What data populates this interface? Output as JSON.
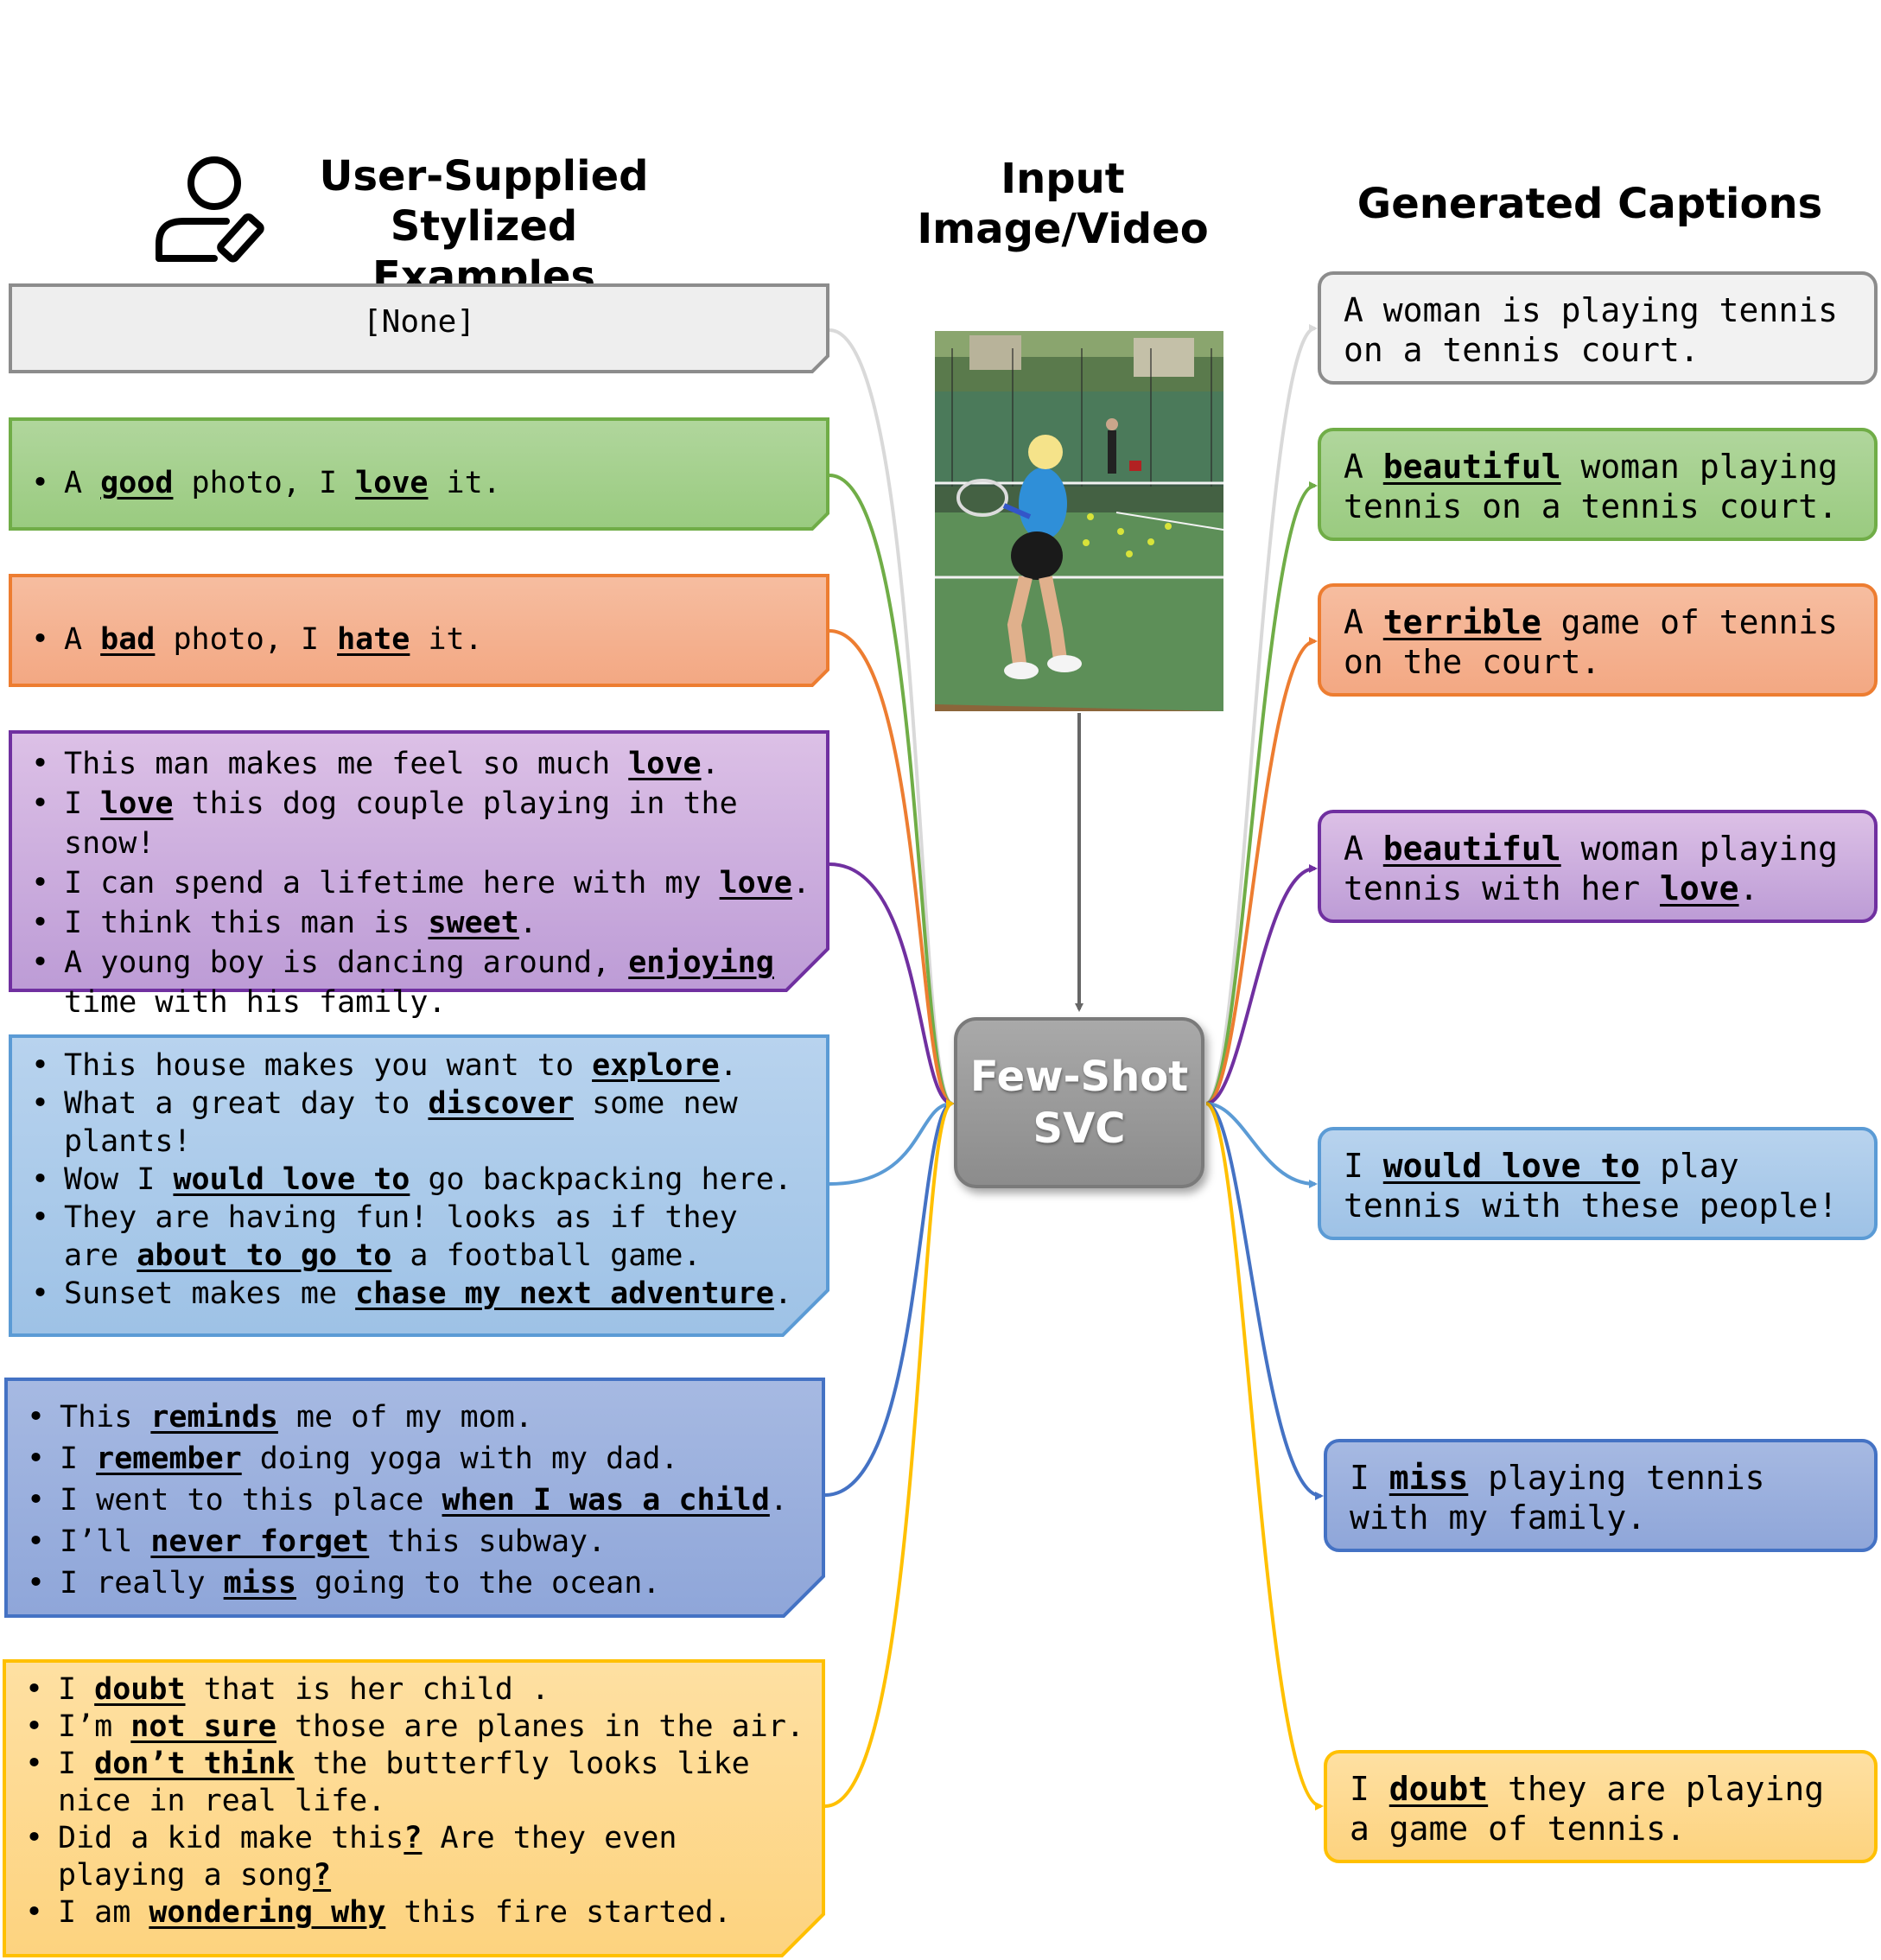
{
  "headers": {
    "examples": "User-Supplied\nStylized Examples",
    "input": "Input\nImage/Video",
    "captions": "Generated Captions"
  },
  "center_box": "Few-Shot\nSVC",
  "icons": {
    "user": "user-edit-icon",
    "photo": "tennis-photo"
  },
  "colors": {
    "gray": "#d9d9d9",
    "green": "#70ad47",
    "orange": "#ed7d31",
    "purple": "#7030a0",
    "lightblue": "#5b9bd5",
    "blue": "#4472c4",
    "yellow": "#ffc000",
    "center": "#999999"
  },
  "example_groups": [
    {
      "style": "none",
      "text": "[None]"
    },
    {
      "style": "positive",
      "items": [
        [
          {
            "t": "A "
          },
          {
            "t": "good",
            "em": true
          },
          {
            "t": " photo, I "
          },
          {
            "t": "love",
            "em": true
          },
          {
            "t": " it."
          }
        ]
      ]
    },
    {
      "style": "negative",
      "items": [
        [
          {
            "t": "A "
          },
          {
            "t": "bad",
            "em": true
          },
          {
            "t": " photo, I "
          },
          {
            "t": "hate",
            "em": true
          },
          {
            "t": " it."
          }
        ]
      ]
    },
    {
      "style": "romantic",
      "items": [
        [
          {
            "t": "This man makes me feel so much "
          },
          {
            "t": "love",
            "em": true
          },
          {
            "t": "."
          }
        ],
        [
          {
            "t": "I "
          },
          {
            "t": "love",
            "em": true
          },
          {
            "t": " this dog couple playing in the snow!"
          }
        ],
        [
          {
            "t": "I can spend a lifetime here with my "
          },
          {
            "t": "love",
            "em": true
          },
          {
            "t": "."
          }
        ],
        [
          {
            "t": "I think this man is "
          },
          {
            "t": "sweet",
            "em": true
          },
          {
            "t": "."
          }
        ],
        [
          {
            "t": "A young boy is dancing around, "
          },
          {
            "t": "enjoying",
            "em": true
          },
          {
            "t": "\ntime with his family."
          }
        ]
      ]
    },
    {
      "style": "adventurous",
      "items": [
        [
          {
            "t": "This house makes you want to "
          },
          {
            "t": "explore",
            "em": true
          },
          {
            "t": "."
          }
        ],
        [
          {
            "t": "What a great day to "
          },
          {
            "t": "discover",
            "em": true
          },
          {
            "t": " some new\nplants!"
          }
        ],
        [
          {
            "t": "Wow I "
          },
          {
            "t": "would love to",
            "em": true
          },
          {
            "t": " go backpacking here."
          }
        ],
        [
          {
            "t": "They are having fun! looks as if they\nare "
          },
          {
            "t": "about to go to",
            "em": true
          },
          {
            "t": " a football game."
          }
        ],
        [
          {
            "t": "Sunset makes me "
          },
          {
            "t": "chase my next adventure",
            "em": true
          },
          {
            "t": "."
          }
        ]
      ]
    },
    {
      "style": "nostalgic",
      "items": [
        [
          {
            "t": "This "
          },
          {
            "t": "reminds",
            "em": true
          },
          {
            "t": " me of my mom."
          }
        ],
        [
          {
            "t": "I "
          },
          {
            "t": "remember",
            "em": true
          },
          {
            "t": " doing yoga with my dad."
          }
        ],
        [
          {
            "t": "I went to this place "
          },
          {
            "t": "when I was a child",
            "em": true
          },
          {
            "t": "."
          }
        ],
        [
          {
            "t": "I’ll "
          },
          {
            "t": "never forget",
            "em": true
          },
          {
            "t": " this subway."
          }
        ],
        [
          {
            "t": "I really "
          },
          {
            "t": "miss",
            "em": true
          },
          {
            "t": " going to the ocean."
          }
        ]
      ]
    },
    {
      "style": "doubtful",
      "items": [
        [
          {
            "t": "I "
          },
          {
            "t": "doubt",
            "em": true
          },
          {
            "t": " that is her child ."
          }
        ],
        [
          {
            "t": "I’m "
          },
          {
            "t": "not sure",
            "em": true
          },
          {
            "t": " those are planes in the air."
          }
        ],
        [
          {
            "t": "I "
          },
          {
            "t": "don’t think",
            "em": true
          },
          {
            "t": " the butterfly looks like\nnice in real life."
          }
        ],
        [
          {
            "t": "Did a kid make this"
          },
          {
            "t": "?",
            "em": true
          },
          {
            "t": " Are they even\nplaying a song"
          },
          {
            "t": "?",
            "em": true
          }
        ],
        [
          {
            "t": "I am "
          },
          {
            "t": "wondering why",
            "em": true
          },
          {
            "t": " this fire started."
          }
        ]
      ]
    }
  ],
  "captions": [
    [
      {
        "t": "A woman is playing tennis\non a tennis court."
      }
    ],
    [
      {
        "t": "A "
      },
      {
        "t": "beautiful",
        "em": true
      },
      {
        "t": " woman playing\ntennis on a tennis court."
      }
    ],
    [
      {
        "t": "A "
      },
      {
        "t": "terrible",
        "em": true
      },
      {
        "t": " game of tennis\non the court."
      }
    ],
    [
      {
        "t": "A "
      },
      {
        "t": "beautiful",
        "em": true
      },
      {
        "t": " woman playing\ntennis with her "
      },
      {
        "t": "love",
        "em": true
      },
      {
        "t": "."
      }
    ],
    [
      {
        "t": "I "
      },
      {
        "t": "would love to",
        "em": true
      },
      {
        "t": " play\ntennis with these people!"
      }
    ],
    [
      {
        "t": "I "
      },
      {
        "t": "miss",
        "em": true
      },
      {
        "t": " playing tennis\nwith my family."
      }
    ],
    [
      {
        "t": "I "
      },
      {
        "t": "doubt",
        "em": true
      },
      {
        "t": " they are playing\na game of tennis."
      }
    ]
  ]
}
